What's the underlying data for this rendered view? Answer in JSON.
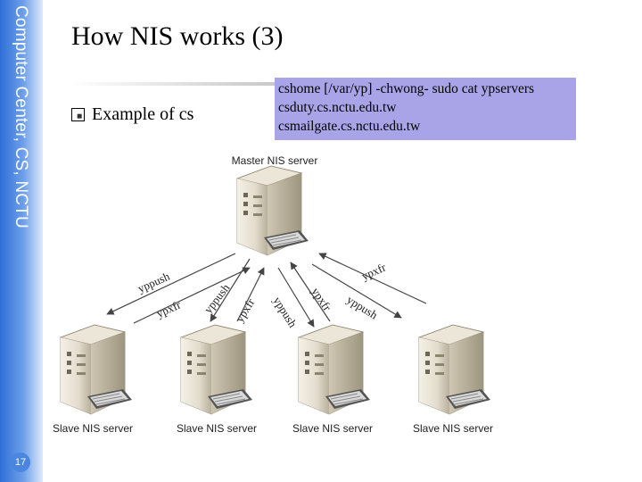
{
  "sidebar": {
    "text": "Computer Center, CS, NCTU",
    "page_number": "17"
  },
  "title": "How NIS works (3)",
  "bullet": "Example of cs",
  "command_box": {
    "lines": [
      "cshome [/var/yp] -chwong- sudo cat ypservers",
      "csduty.cs.nctu.edu.tw",
      "csmailgate.cs.nctu.edu.tw"
    ]
  },
  "diagram": {
    "master_label": "Master NIS server",
    "slave_labels": [
      "Slave NIS server",
      "Slave NIS server",
      "Slave NIS server",
      "Slave NIS server"
    ],
    "arrow_labels": [
      "yppush",
      "ypxfr",
      "yppush",
      "ypxfr",
      "yppush",
      "ypxfr",
      "ypxfr",
      "yppush"
    ]
  },
  "colors": {
    "sidebar_blue": "#2f6fd6",
    "command_bg": "#a9a4e8"
  }
}
